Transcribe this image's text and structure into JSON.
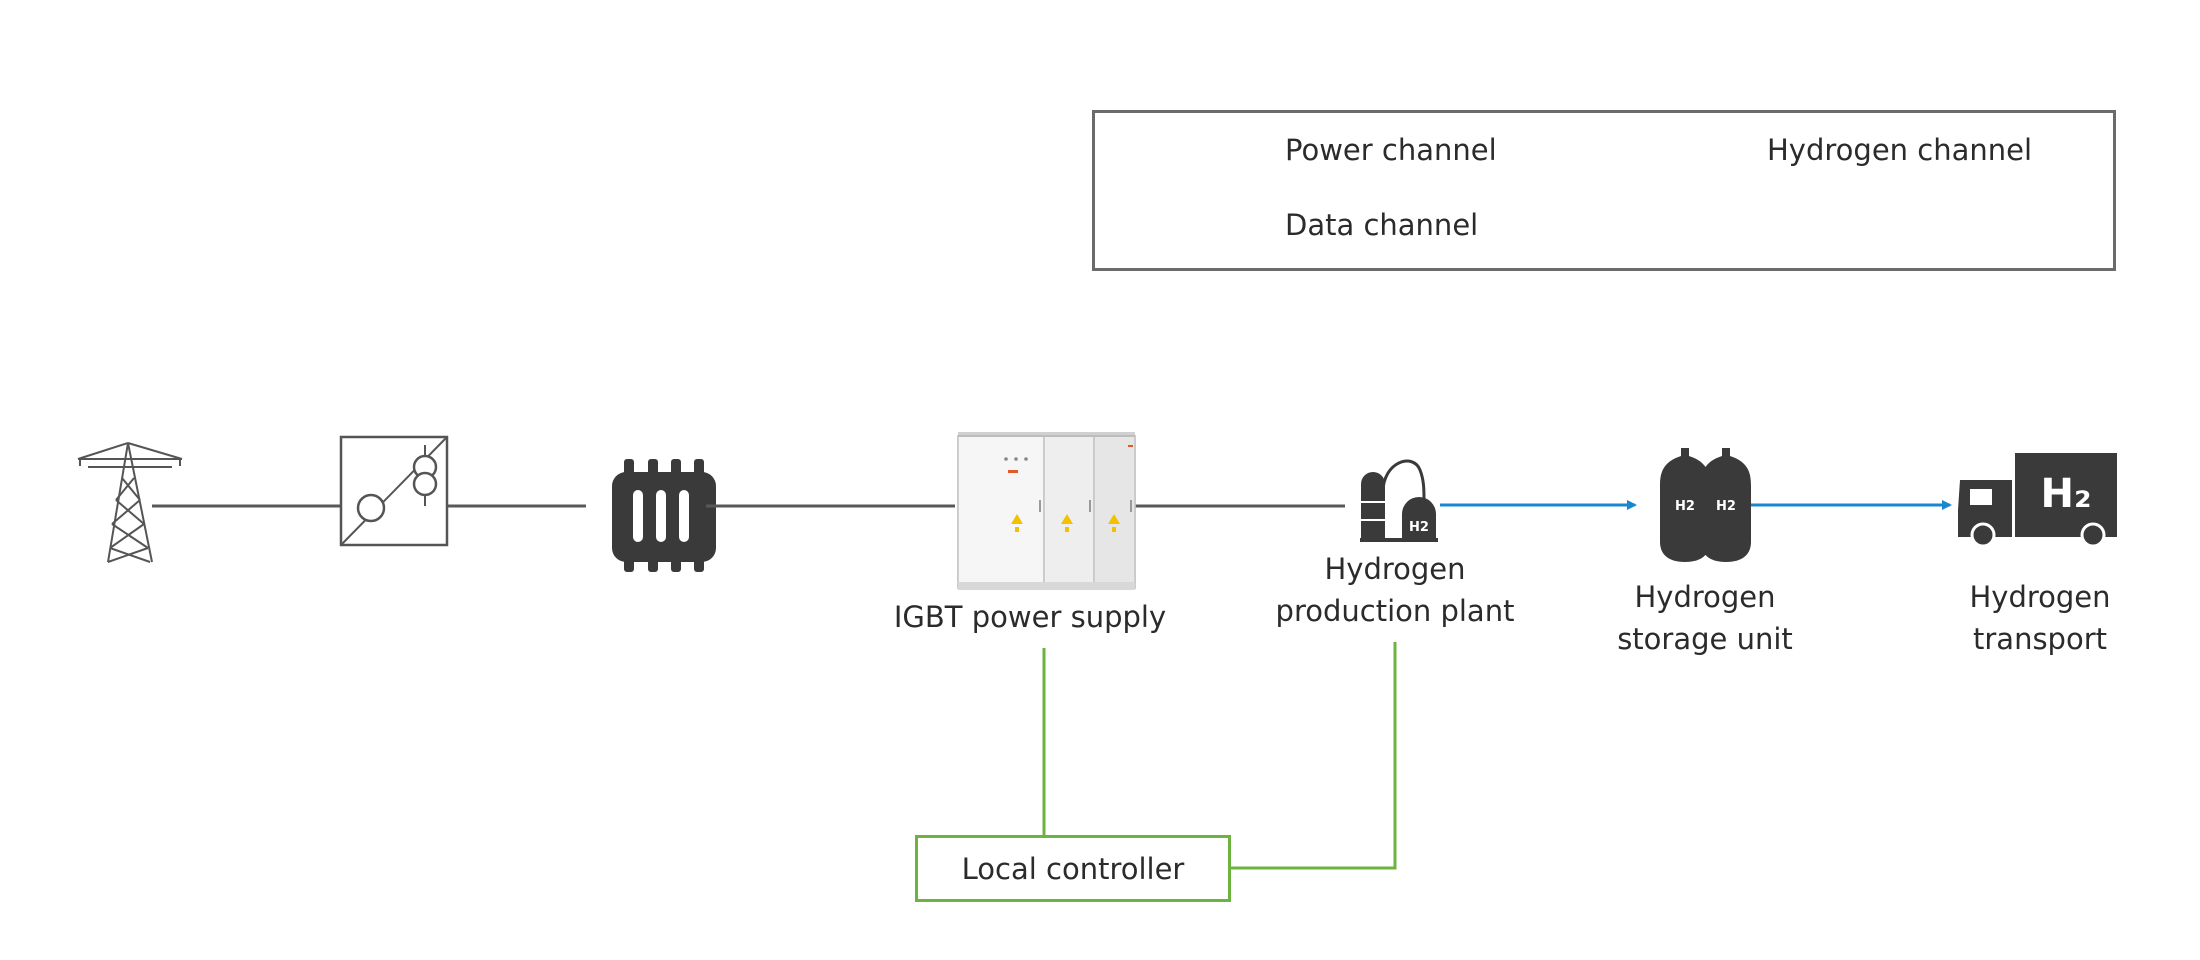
{
  "colors": {
    "power": "#595959",
    "hydrogen": "#1a86d0",
    "data": "#6db33f",
    "icon": "#3a3a3a"
  },
  "legend": {
    "power": "Power channel",
    "hydrogen": "Hydrogen channel",
    "data": "Data channel"
  },
  "nodes": {
    "pylon": {
      "icon": "transmission-tower-icon"
    },
    "transformer": {
      "icon": "transformer-icon"
    },
    "reactor": {
      "icon": "reactor-icon"
    },
    "igbt": {
      "label": "IGBT power supply",
      "icon": "cabinet-icon"
    },
    "plant": {
      "label_line1": "Hydrogen",
      "label_line2": "production plant",
      "icon": "hydrogen-plant-icon",
      "badge": "H2"
    },
    "storage": {
      "label_line1": "Hydrogen",
      "label_line2": "storage unit",
      "icon": "hydrogen-tanks-icon",
      "badge": "H2"
    },
    "transport": {
      "label_line1": "Hydrogen",
      "label_line2": "transport",
      "icon": "hydrogen-truck-icon",
      "badge": "H₂"
    }
  },
  "controller": {
    "label": "Local controller"
  }
}
